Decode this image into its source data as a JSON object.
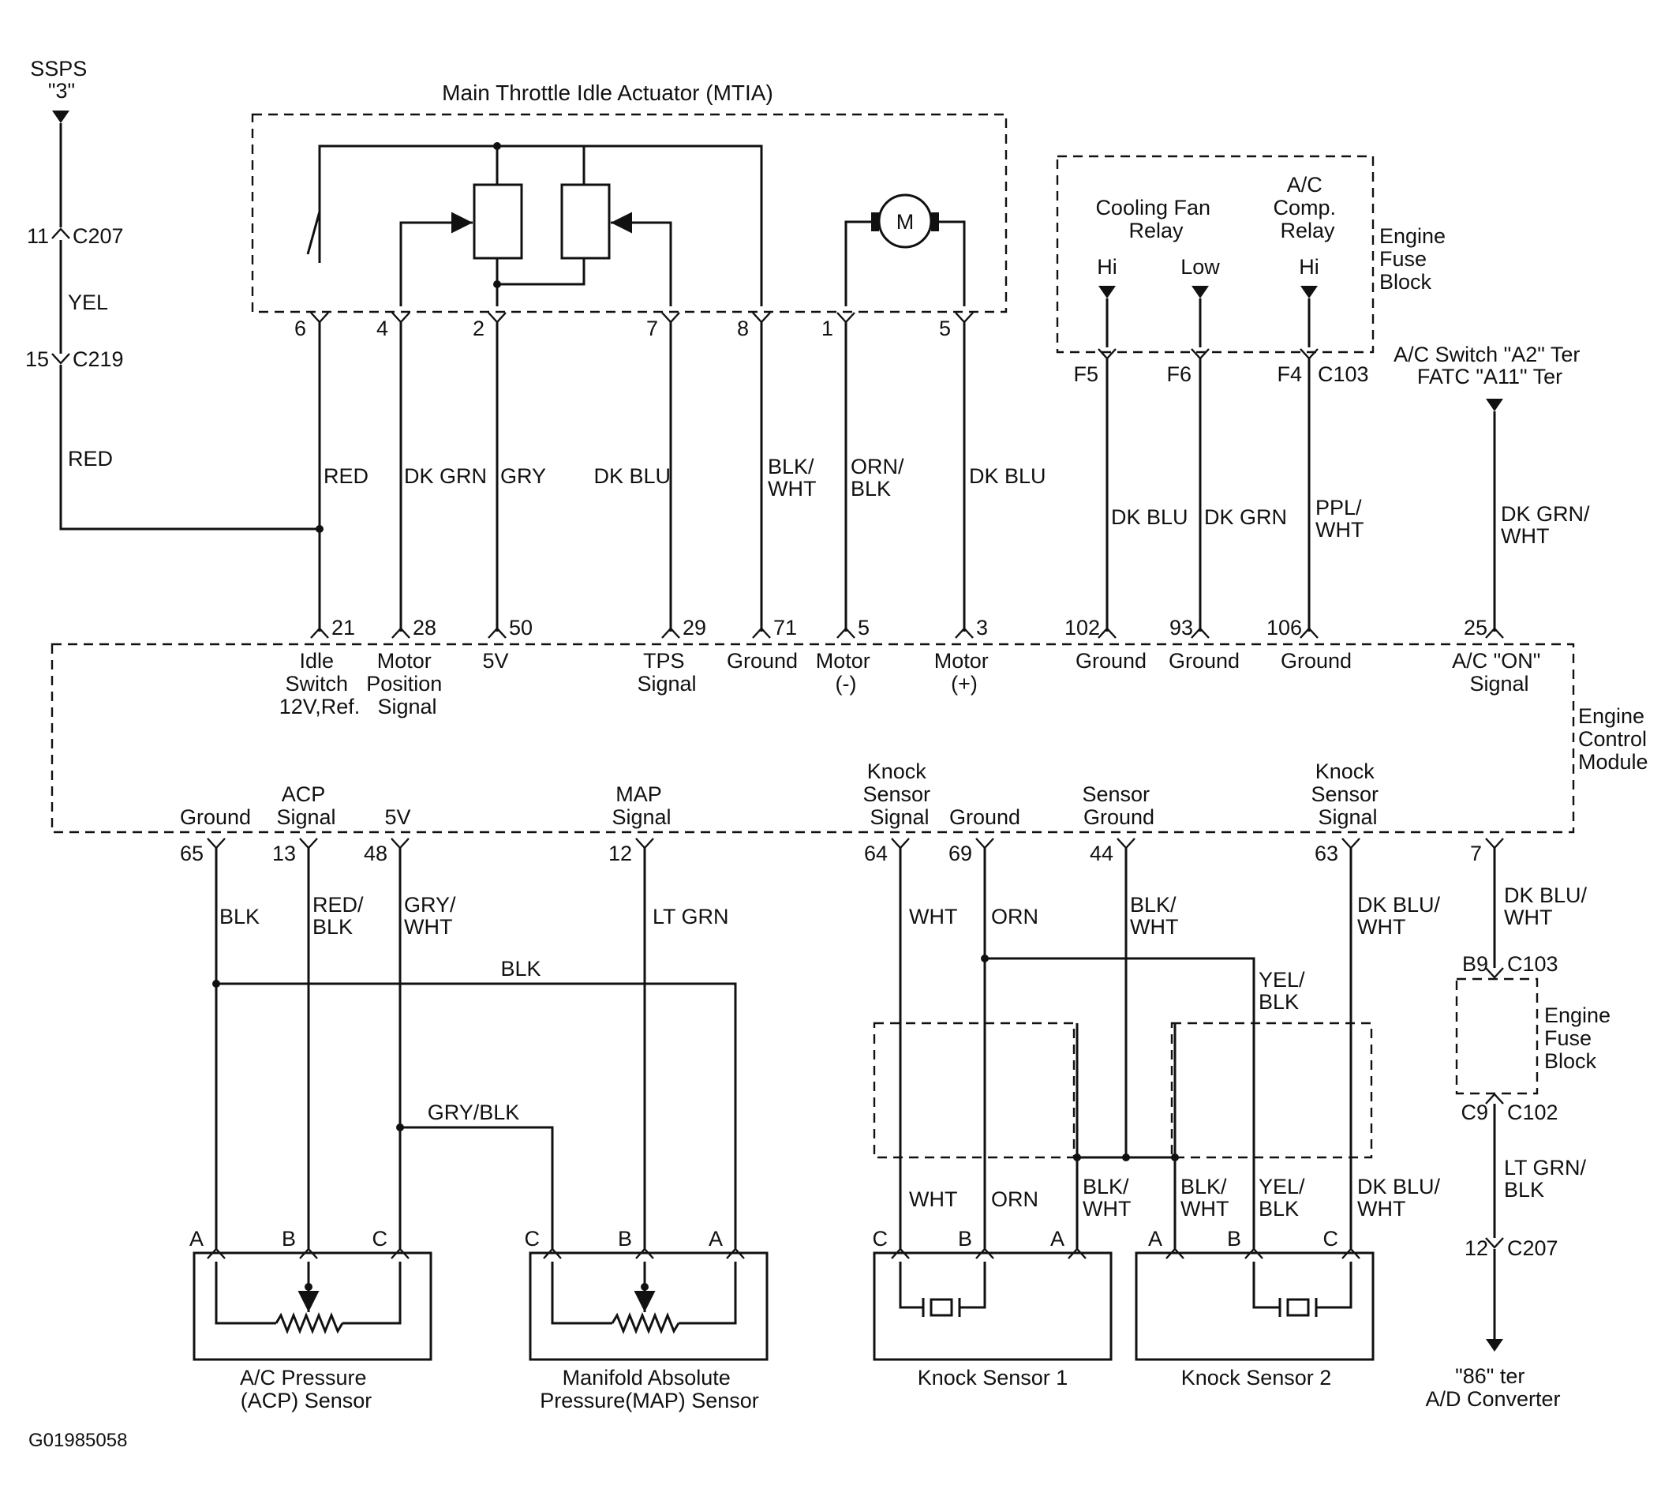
{
  "figure_id": "G01985058",
  "modules": {
    "mtia": "Main Throttle Idle Actuator (MTIA)",
    "ecm": [
      "Engine",
      "Control",
      "Module"
    ],
    "fuse_block_top": [
      "Engine",
      "Fuse",
      "Block"
    ],
    "fuse_block_right": [
      "Engine",
      "Fuse",
      "Block"
    ],
    "cooling_fan_relay": [
      "Cooling Fan",
      "Relay"
    ],
    "ac_comp_relay": [
      "A/C",
      "Comp.",
      "Relay"
    ],
    "motor_symbol": "M"
  },
  "sources": {
    "ssps": [
      "SSPS",
      "\"3\""
    ],
    "ac_switch": [
      "A/C Switch \"A2\" Ter",
      "FATC \"A11\" Ter"
    ],
    "ad_converter": [
      "\"86\" ter",
      "A/D Converter"
    ]
  },
  "connectors": {
    "c207_top": {
      "pin": "11",
      "name": "C207"
    },
    "c219": {
      "pin": "15",
      "name": "C219"
    },
    "c103_top": {
      "name": "C103"
    },
    "c103_right": {
      "pin": "B9",
      "name": "C103"
    },
    "c102": {
      "pin": "C9",
      "name": "C102"
    },
    "c207_bottom": {
      "pin": "12",
      "name": "C207"
    }
  },
  "relay_outputs": {
    "hi1": "Hi",
    "low": "Low",
    "hi2": "Hi",
    "f5": "F5",
    "f6": "F6",
    "f4": "F4"
  },
  "mtia_pins": [
    "6",
    "4",
    "2",
    "7",
    "8",
    "1",
    "5"
  ],
  "wires": {
    "ssps_a": "YEL",
    "ssps_b": "RED",
    "idle": "RED",
    "mpos": "DK GRN",
    "ref5v": "GRY",
    "tps": "DK BLU",
    "gnd71": [
      "BLK/",
      "WHT"
    ],
    "mneg": [
      "ORN/",
      "BLK"
    ],
    "mpos_plus": "DK BLU",
    "fan_hi": "DK BLU",
    "fan_low": "DK GRN",
    "comp_hi": [
      "PPL/",
      "WHT"
    ],
    "ac_on": [
      "DK GRN/",
      "WHT"
    ],
    "acp_gnd": "BLK",
    "acp_sig": [
      "RED/",
      "BLK"
    ],
    "acp_5v": [
      "GRY/",
      "WHT"
    ],
    "map_sig": "LT GRN",
    "gnd_bus": "BLK",
    "map_5v": "GRY/BLK",
    "ks_sig1": "WHT",
    "ks_gnd": "ORN",
    "ks_sensor_gnd": [
      "BLK/",
      "WHT"
    ],
    "ks_sig2": [
      "DK BLU/",
      "WHT"
    ],
    "ks_gnd2": [
      "YEL/",
      "BLK"
    ],
    "ks1_c": "WHT",
    "ks1_b": "ORN",
    "ks1_a": [
      "BLK/",
      "WHT"
    ],
    "ks2_a": [
      "BLK/",
      "WHT"
    ],
    "ks2_b": [
      "YEL/",
      "BLK"
    ],
    "ks2_c": [
      "DK BLU/",
      "WHT"
    ],
    "pin7_out": [
      "DK BLU/",
      "WHT"
    ],
    "c102_out": [
      "LT GRN/",
      "BLK"
    ]
  },
  "ecm_top": [
    {
      "pin": "21",
      "label": [
        "Idle",
        "Switch",
        "12V,Ref."
      ]
    },
    {
      "pin": "28",
      "label": [
        "Motor",
        "Position",
        "Signal"
      ]
    },
    {
      "pin": "50",
      "label": [
        "5V"
      ]
    },
    {
      "pin": "29",
      "label": [
        "TPS",
        "Signal"
      ]
    },
    {
      "pin": "71",
      "label": [
        "Ground"
      ]
    },
    {
      "pin": "5",
      "label": [
        "Motor",
        "(-)"
      ]
    },
    {
      "pin": "3",
      "label": [
        "Motor",
        "(+)"
      ]
    },
    {
      "pin": "102",
      "label": [
        "Ground"
      ]
    },
    {
      "pin": "93",
      "label": [
        "Ground"
      ]
    },
    {
      "pin": "106",
      "label": [
        "Ground"
      ]
    },
    {
      "pin": "25",
      "label": [
        "A/C \"ON\"",
        "Signal"
      ]
    }
  ],
  "ecm_bottom": [
    {
      "pin": "65",
      "label": [
        "Ground"
      ]
    },
    {
      "pin": "13",
      "label": [
        "ACP",
        "Signal"
      ]
    },
    {
      "pin": "48",
      "label": [
        "5V"
      ]
    },
    {
      "pin": "12",
      "label": [
        "MAP",
        "Signal"
      ]
    },
    {
      "pin": "64",
      "label": [
        "Knock",
        "Sensor",
        "Signal"
      ]
    },
    {
      "pin": "69",
      "label": [
        "Ground"
      ]
    },
    {
      "pin": "44",
      "label": [
        "Sensor",
        "Ground"
      ]
    },
    {
      "pin": "63",
      "label": [
        "Knock",
        "Sensor",
        "Signal"
      ]
    },
    {
      "pin": "7",
      "label": []
    }
  ],
  "sensors": {
    "acp": {
      "name": [
        "A/C Pressure",
        "(ACP) Sensor"
      ],
      "pins": [
        "A",
        "B",
        "C"
      ]
    },
    "map": {
      "name": [
        "Manifold Absolute",
        "Pressure(MAP) Sensor"
      ],
      "pins": [
        "C",
        "B",
        "A"
      ]
    },
    "ks1": {
      "name": [
        "Knock Sensor 1"
      ],
      "pins": [
        "C",
        "B",
        "A"
      ]
    },
    "ks2": {
      "name": [
        "Knock Sensor 2"
      ],
      "pins": [
        "A",
        "B",
        "C"
      ]
    }
  }
}
